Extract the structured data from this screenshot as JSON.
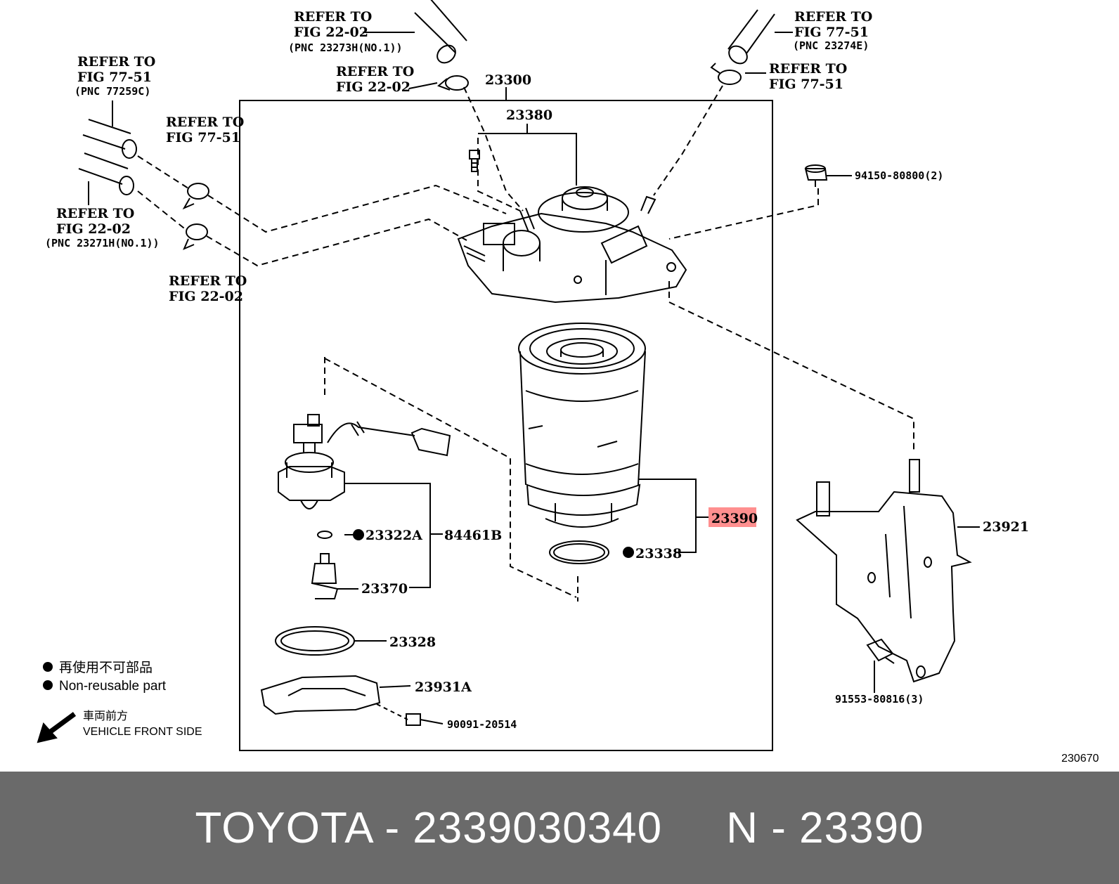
{
  "labels": {
    "refer_to": "REFER TO",
    "fig_22_02": "FIG 22-02",
    "fig_77_51": "FIG 77-51",
    "pnc_23273h": "(PNC 23273H(NO.1))",
    "pnc_23274e": "(PNC 23274E)",
    "pnc_77259c": "(PNC 77259C)",
    "pnc_23271h": "(PNC 23271H(NO.1))"
  },
  "parts": {
    "p23300": "23300",
    "p23380": "23380",
    "p94150": "94150-80800(2)",
    "p23390": "23390",
    "p23338": "23338",
    "p23322a": "23322A",
    "p84461b": "84461B",
    "p23370": "23370",
    "p23328": "23328",
    "p23931a": "23931A",
    "p90091": "90091-20514",
    "p23921": "23921",
    "p91553": "91553-80816(3)"
  },
  "highlight_part": "23390",
  "highlight_color": "#ff8f8f",
  "legend": {
    "jp": "再使用不可部品",
    "en": "Non-reusable part",
    "front_jp": "車両前方",
    "front_en": "VEHICLE FRONT SIDE"
  },
  "diagram_code": "230670",
  "footer": {
    "brand_part": "TOYOTA - 2339030340",
    "ref": "N - 23390"
  },
  "footer_bg": "#6a6a6a"
}
